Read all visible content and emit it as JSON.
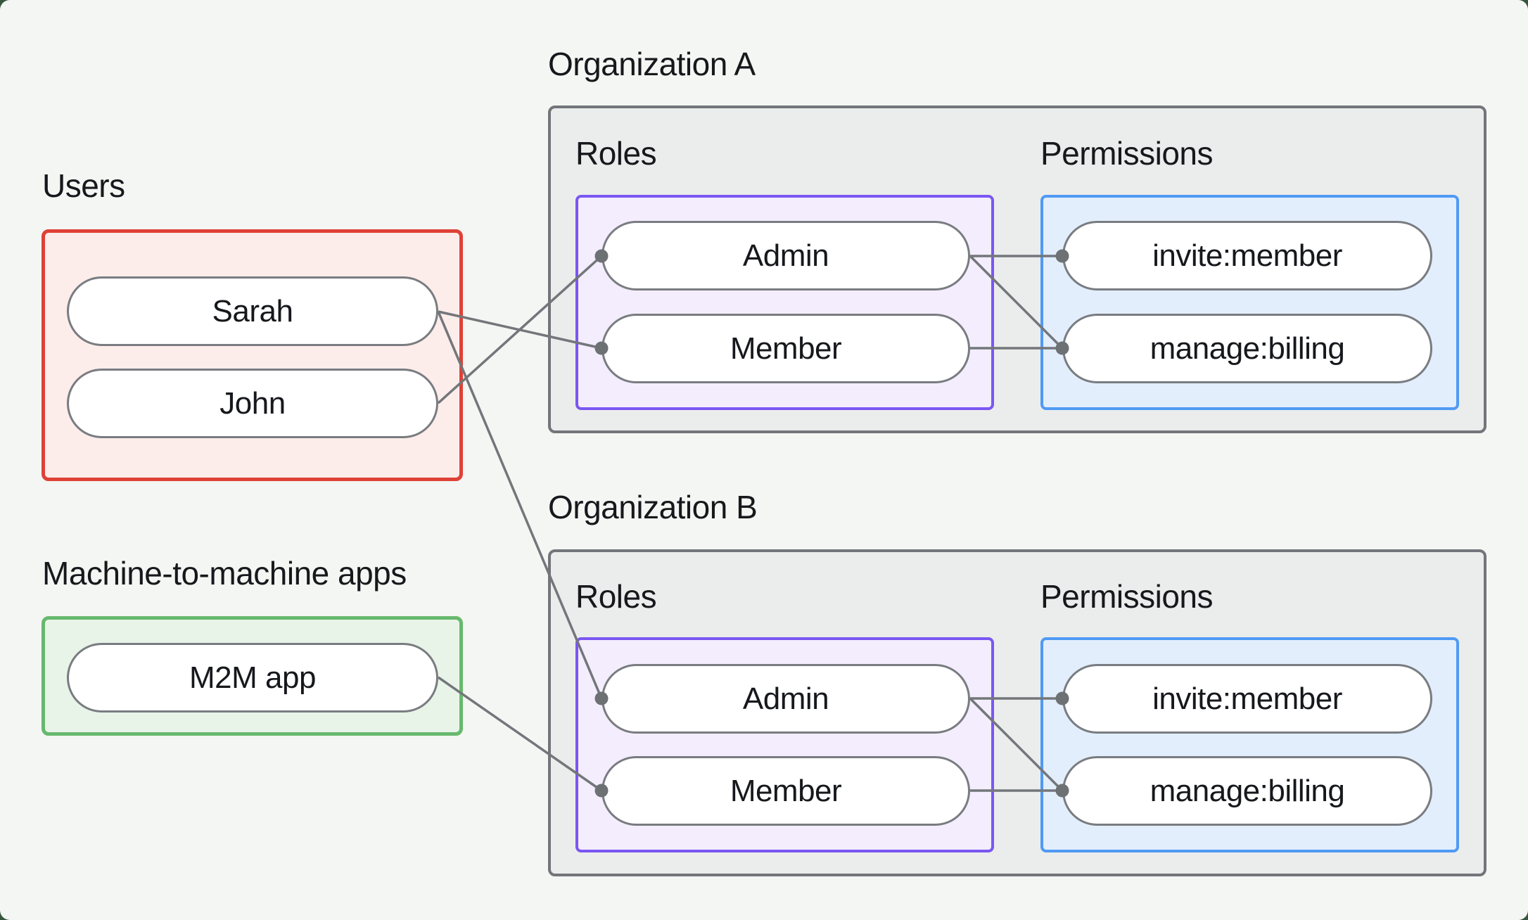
{
  "colors": {
    "page_background": "#f4f6f3",
    "behind_frame": "#37563f",
    "text": "#16181c",
    "connection_line": "#73767a",
    "connection_dot": "#6e7174",
    "pill_border": "#797c80",
    "pill_fill": "#ffffff",
    "users_box_border": "#df4137",
    "users_box_fill": "#fcedeb",
    "m2m_box_border": "#67b96d",
    "m2m_box_fill": "#e9f4e9",
    "org_box_border": "#72767a",
    "org_box_fill": "#ebedec",
    "roles_box_border": "#7a57f2",
    "roles_box_fill": "#f4edfd",
    "permissions_box_border": "#4f9af4",
    "permissions_box_fill": "#e2eefc"
  },
  "users_section": {
    "label": "Users",
    "items": [
      {
        "id": "sarah",
        "label": "Sarah"
      },
      {
        "id": "john",
        "label": "John"
      }
    ]
  },
  "m2m_section": {
    "label": "Machine-to-machine apps",
    "items": [
      {
        "id": "m2m",
        "label": "M2M app"
      }
    ]
  },
  "organizations": [
    {
      "id": "org-a",
      "label": "Organization A",
      "roles_label": "Roles",
      "permissions_label": "Permissions",
      "roles": [
        {
          "id": "org-a-admin",
          "label": "Admin"
        },
        {
          "id": "org-a-member",
          "label": "Member"
        }
      ],
      "permissions": [
        {
          "id": "org-a-invite",
          "label": "invite:member"
        },
        {
          "id": "org-a-manage",
          "label": "manage:billing"
        }
      ]
    },
    {
      "id": "org-b",
      "label": "Organization B",
      "roles_label": "Roles",
      "permissions_label": "Permissions",
      "roles": [
        {
          "id": "org-b-admin",
          "label": "Admin"
        },
        {
          "id": "org-b-member",
          "label": "Member"
        }
      ],
      "permissions": [
        {
          "id": "org-b-invite",
          "label": "invite:member"
        },
        {
          "id": "org-b-manage",
          "label": "manage:billing"
        }
      ]
    }
  ],
  "connections": [
    {
      "from": "sarah",
      "to": "org-a-member"
    },
    {
      "from": "john",
      "to": "org-a-admin"
    },
    {
      "from": "sarah",
      "to": "org-b-admin"
    },
    {
      "from": "m2m",
      "to": "org-b-member"
    },
    {
      "from": "org-a-admin",
      "to": "org-a-invite"
    },
    {
      "from": "org-a-admin",
      "to": "org-a-manage"
    },
    {
      "from": "org-a-member",
      "to": "org-a-manage"
    },
    {
      "from": "org-b-admin",
      "to": "org-b-invite"
    },
    {
      "from": "org-b-admin",
      "to": "org-b-manage"
    },
    {
      "from": "org-b-member",
      "to": "org-b-manage"
    }
  ]
}
